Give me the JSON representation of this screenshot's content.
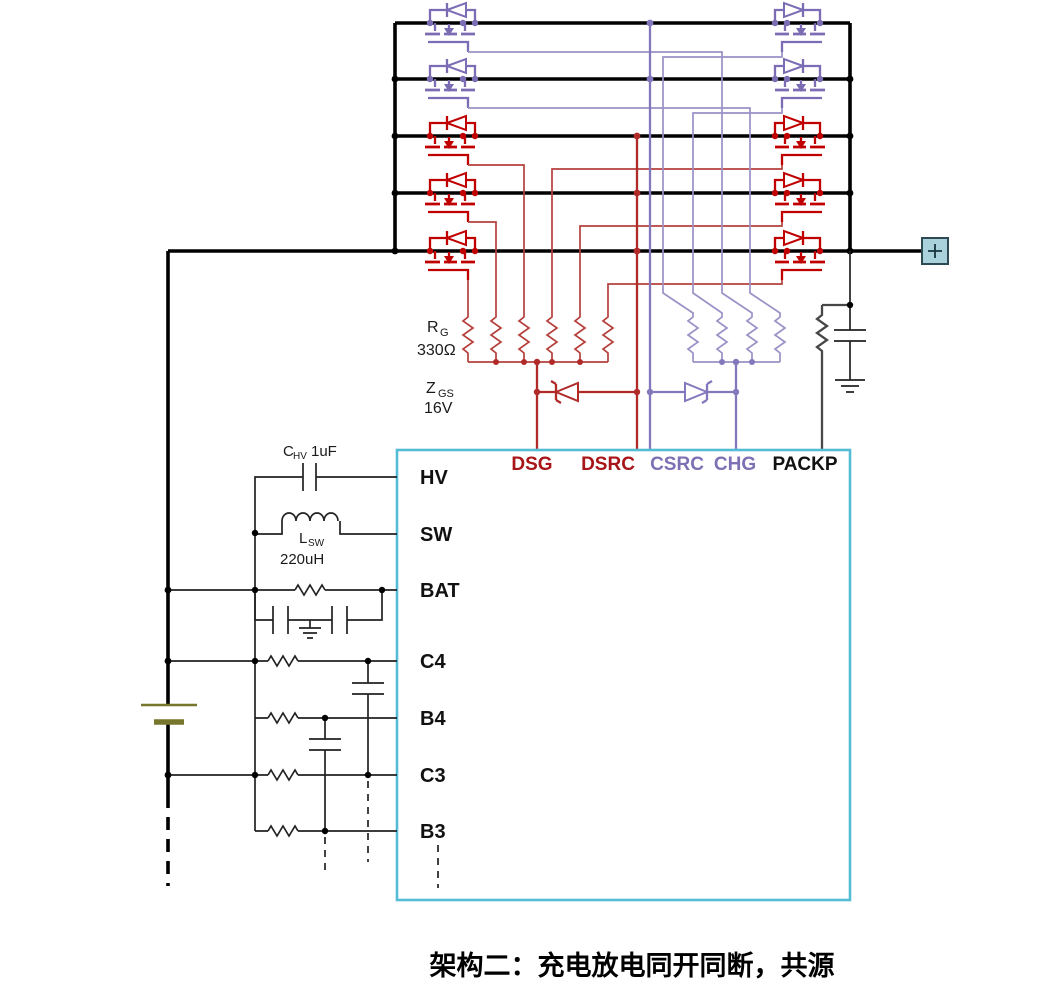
{
  "caption": "架构二：充电放电同开同断，共源",
  "colors": {
    "discharge_red": "#c00000",
    "red_wire": "#b5403c",
    "charge_purple": "#7c6cb4",
    "purple_wire": "#9a91c6",
    "ic_box_border": "#54bcd4",
    "pack_terminal_fill": "#a9d2dc",
    "battery_olive": "#76762c",
    "packp_wire": "#474747",
    "wire_black": "#000000"
  },
  "ic": {
    "top_pins": [
      {
        "label": "DSG",
        "color": "#a81519"
      },
      {
        "label": "DSRC",
        "color": "#a81519"
      },
      {
        "label": "CSRC",
        "color": "#7e70b4"
      },
      {
        "label": "CHG",
        "color": "#7e70b4"
      },
      {
        "label": "PACKP",
        "color": "#111111"
      }
    ],
    "left_pins": [
      {
        "label": "HV"
      },
      {
        "label": "SW"
      },
      {
        "label": "BAT"
      },
      {
        "label": "C4"
      },
      {
        "label": "B4"
      },
      {
        "label": "C3"
      },
      {
        "label": "B3"
      }
    ]
  },
  "components": {
    "gate_resistor": {
      "base": "R",
      "sub": "G",
      "value": "330Ω"
    },
    "gate_zener": {
      "base": "Z",
      "sub": "GS",
      "value": "16V"
    },
    "hv_cap": {
      "base": "C",
      "sub": "HV",
      "value": "1uF"
    },
    "sw_inductor": {
      "base": "L",
      "sub": "SW",
      "value": "220uH"
    }
  },
  "pack_terminal": {
    "label": "+"
  }
}
